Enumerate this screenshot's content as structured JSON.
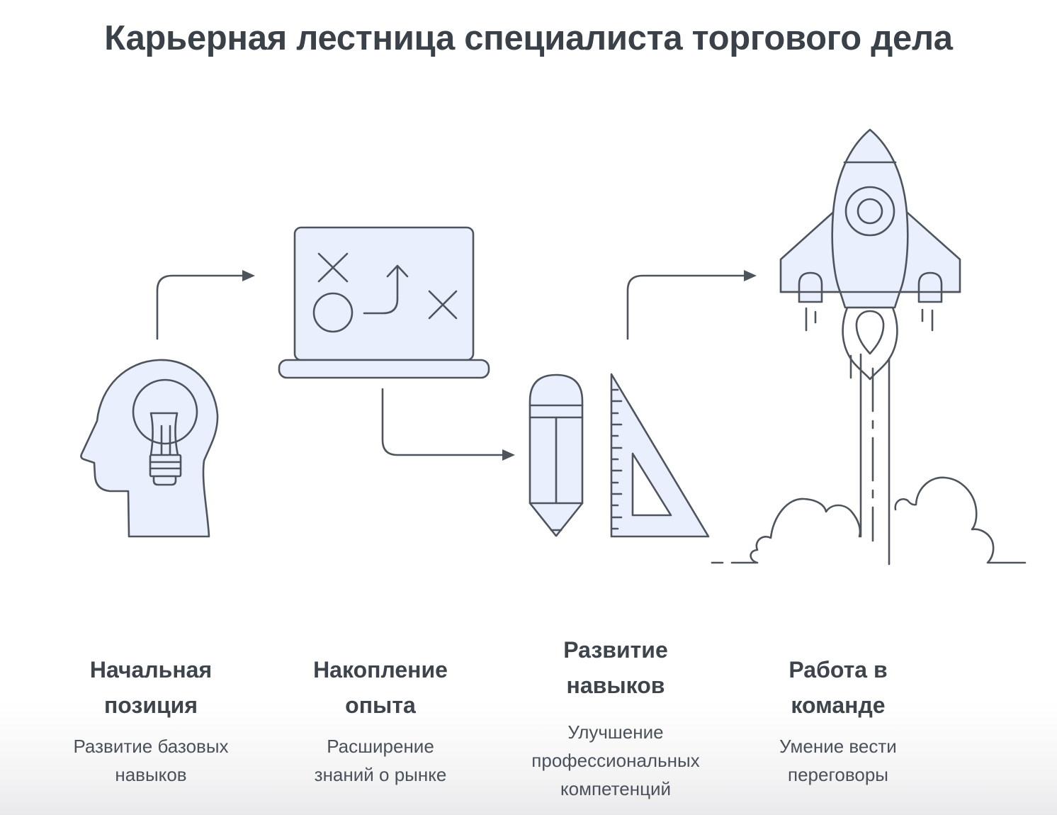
{
  "title": "Карьерная лестница специалиста торгового дела",
  "stages": [
    {
      "heading": "Начальная\nпозиция",
      "description": "Развитие базовых\nнавыков",
      "icon": "head-lightbulb-icon"
    },
    {
      "heading": "Накопление\nопыта",
      "description": "Расширение\nзнаний о рынке",
      "icon": "laptop-strategy-icon"
    },
    {
      "heading": "Развитие\nнавыков",
      "description": "Улучшение\nпрофессиональных\nкомпетенций",
      "icon": "pencil-ruler-icon"
    },
    {
      "heading": "Работа в\nкоманде",
      "description": "Умение вести\nпереговоры",
      "icon": "rocket-launch-icon"
    }
  ],
  "colors": {
    "accent_fill": "#e9effc",
    "outline": "#4d545c",
    "title_color": "#3a4148",
    "heading_color": "#3d444c",
    "desc_color": "#4a515a"
  }
}
